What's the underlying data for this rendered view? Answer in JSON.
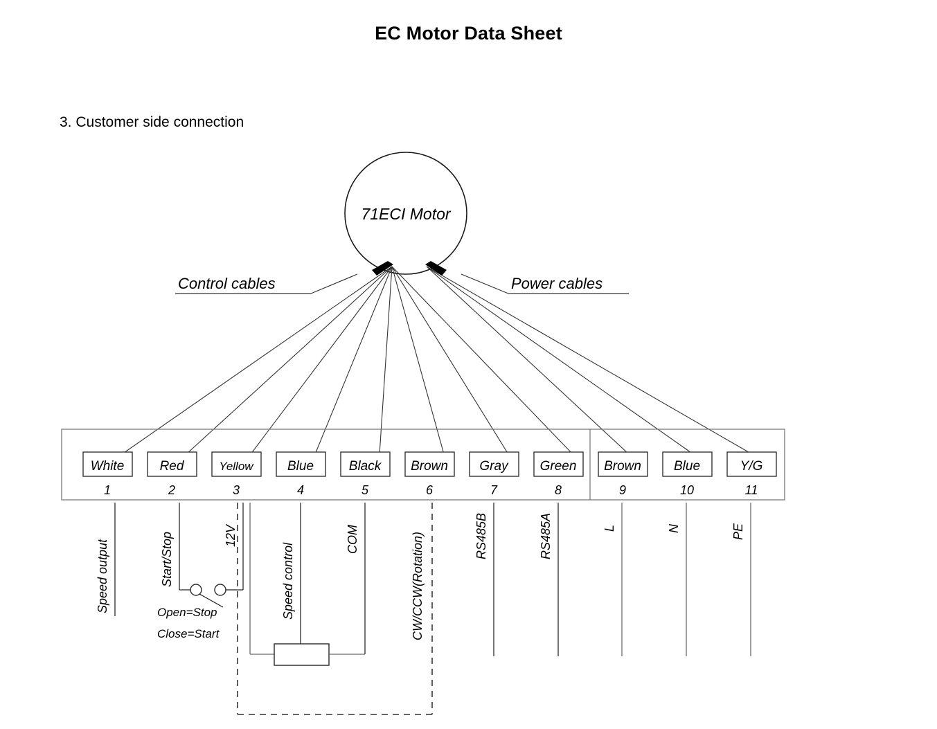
{
  "document": {
    "title": "EC Motor Data Sheet",
    "section_heading": "3. Customer side connection"
  },
  "diagram": {
    "motor_label": "71ECI Motor",
    "cable_groups": [
      {
        "name": "control-cables",
        "label": "Control cables",
        "terminals": [
          1,
          2,
          3,
          4,
          5,
          6,
          7,
          8
        ]
      },
      {
        "name": "power-cables",
        "label": "Power cables",
        "terminals": [
          9,
          10,
          11
        ]
      }
    ],
    "terminals": [
      {
        "number": "1",
        "wire_color": "White",
        "function": "Speed output"
      },
      {
        "number": "2",
        "wire_color": "Red",
        "function": "Start/Stop"
      },
      {
        "number": "3",
        "wire_color": "Yellow",
        "function": "12V"
      },
      {
        "number": "4",
        "wire_color": "Blue",
        "function": "Speed control"
      },
      {
        "number": "5",
        "wire_color": "Black",
        "function": "COM"
      },
      {
        "number": "6",
        "wire_color": "Brown",
        "function": "CW/CCW(Rotation)"
      },
      {
        "number": "7",
        "wire_color": "Gray",
        "function": "RS485B"
      },
      {
        "number": "8",
        "wire_color": "Green",
        "function": "RS485A"
      },
      {
        "number": "9",
        "wire_color": "Brown",
        "function": "L"
      },
      {
        "number": "10",
        "wire_color": "Blue",
        "function": "N"
      },
      {
        "number": "11",
        "wire_color": "Y/G",
        "function": "PE"
      }
    ],
    "switch_notes": [
      "Open=Stop",
      "Close=Start"
    ],
    "colors": {
      "line": "#1a1a1a",
      "gray_line": "#6b6b6b",
      "dashed": "#4d4d4d",
      "background": "#ffffff"
    }
  }
}
